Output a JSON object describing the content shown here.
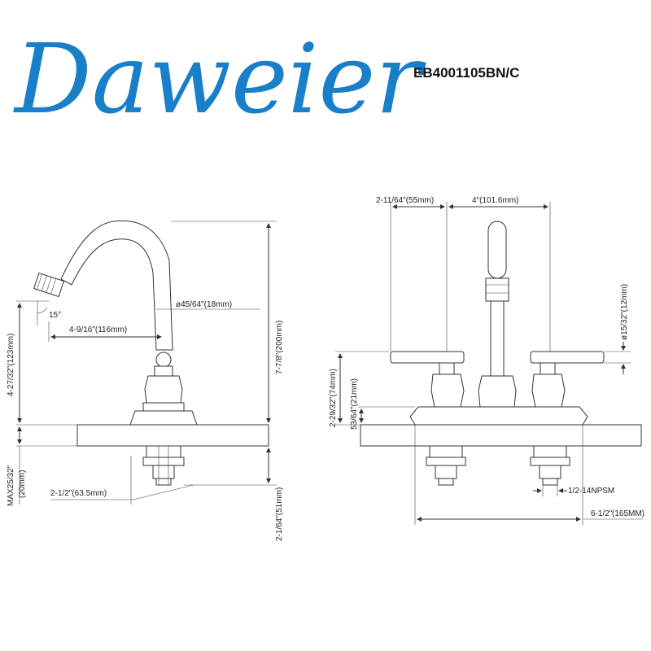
{
  "brand": {
    "name": "Daweier",
    "color": "#1a7fc9"
  },
  "model": "EB4001105BN/C",
  "side_view": {
    "angle": "15°",
    "spout_reach": "4-9/16\"(116mm)",
    "spout_diameter": "ø45/64\"(18mm)",
    "spout_height": "4-27/32\"(123mm)",
    "total_height": "7-7/8\"(200mm)",
    "max_deck": "MAX25/32\"",
    "max_deck_mm": "(20mm)",
    "shank_offset": "2-1/2\"(63.5mm)",
    "shank_length": "2-1/64\"(51mm)"
  },
  "front_view": {
    "handle_reach": "2-11/64\"(55mm)",
    "center_spread": "4\"(101.6mm)",
    "aerator_diameter": "ø15/32\"(12mm)",
    "handle_height": "2-29/32\"(74mm)",
    "base_height": "53/64\"(21mm)",
    "thread": "1/2-14NPSM",
    "base_width": "6-1/2\"",
    "base_width_mm": "(165MM)"
  }
}
